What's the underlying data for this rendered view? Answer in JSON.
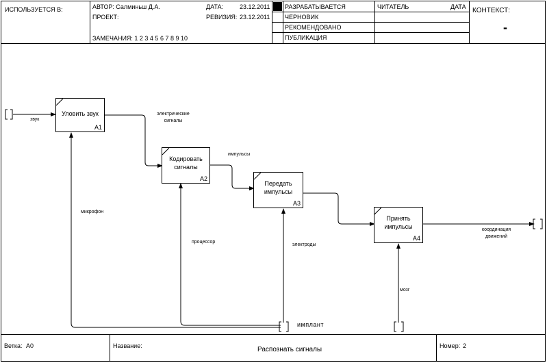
{
  "header": {
    "used_in_label": "ИСПОЛЬЗУЕТСЯ В:",
    "author": "АВТОР: Салминьш Д.А.",
    "project": "ПРОЕКТ:",
    "date_label": "ДАТА:",
    "date_value": "23.12.2011",
    "revision_label": "РЕВИЗИЯ:",
    "revision_value": "23.12.2011",
    "notes": "ЗАМЕЧАНИЯ:  1  2  3  4  5  6  7  8  9  10",
    "status_items": [
      "РАЗРАБАТЫВАЕТСЯ",
      "ЧЕРНОВИК",
      "РЕКОМЕНДОВАНО",
      "ПУБЛИКАЦИЯ"
    ],
    "reader_label": "ЧИТАТЕЛЬ",
    "reader_date_label": "ДАТА",
    "context_label": "КОНТЕКСТ:",
    "context_value": "-"
  },
  "activities": [
    {
      "title_lines": [
        "Уловить звук"
      ],
      "number": "A1"
    },
    {
      "title_lines": [
        "Кодировать",
        "сигналы"
      ],
      "number": "A2"
    },
    {
      "title_lines": [
        "Передать",
        "импульсы"
      ],
      "number": "A3"
    },
    {
      "title_lines": [
        "Принять",
        "импульсы"
      ],
      "number": "A4"
    }
  ],
  "arrow_labels": {
    "sound": "звук",
    "electric_signals_1": "электрические",
    "electric_signals_2": "сигналы",
    "impulses": "импульсы",
    "microphone": "микрофон",
    "processor": "процессор",
    "electrodes": "электроды",
    "implant": "имплант",
    "brain": "мозг",
    "coordination_1": "координация",
    "coordination_2": "движений"
  },
  "footer": {
    "node_label": "Ветка:",
    "node_value": "A0",
    "name_label": "Название:",
    "name_value": "Распознать сигналы",
    "number_label": "Номер:",
    "number_value": "2"
  }
}
